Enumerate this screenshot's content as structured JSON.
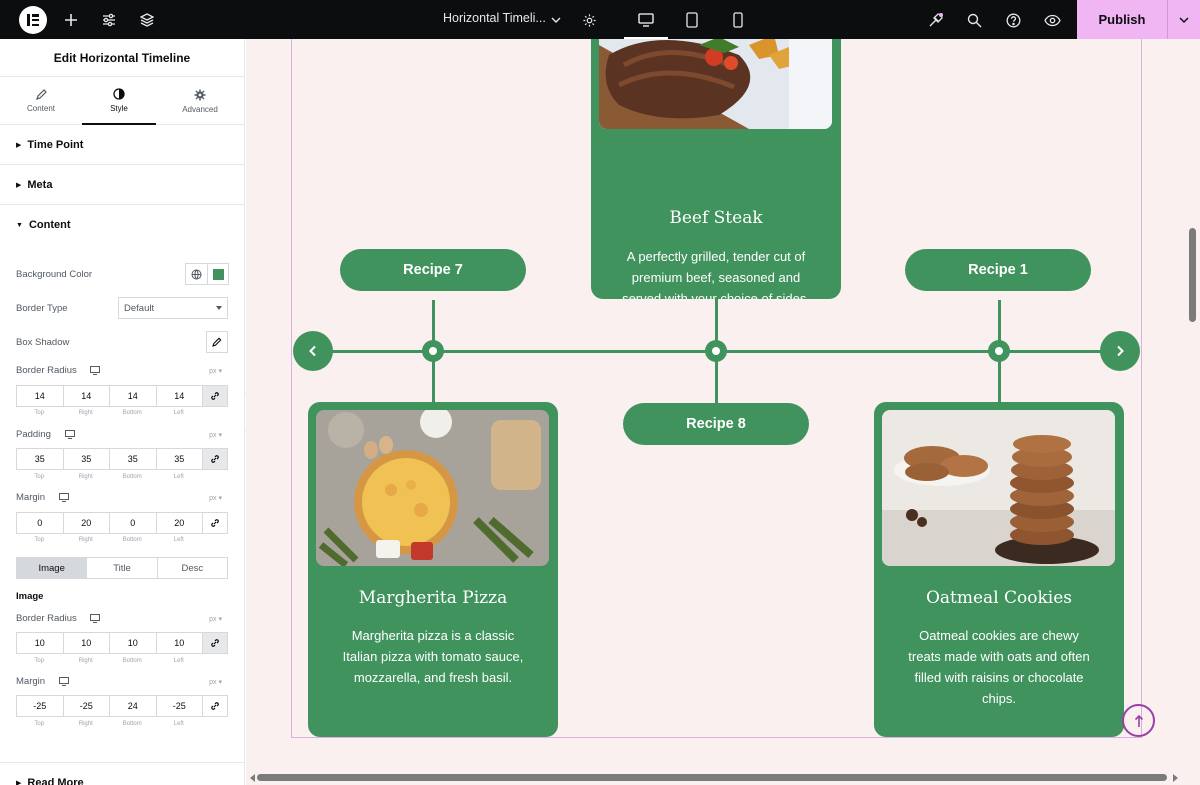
{
  "topbar": {
    "document_title": "Horizontal Timeli...",
    "publish_label": "Publish"
  },
  "panel": {
    "title": "Edit Horizontal Timeline",
    "tabs": [
      {
        "label": "Content"
      },
      {
        "label": "Style"
      },
      {
        "label": "Advanced"
      }
    ],
    "sections": {
      "time_point": "Time Point",
      "meta": "Meta",
      "content": "Content",
      "read_more": "Read More"
    },
    "controls": {
      "background_color": "Background Color",
      "border_type": "Border Type",
      "border_type_value": "Default",
      "box_shadow": "Box Shadow",
      "border_radius": "Border Radius",
      "padding": "Padding",
      "margin": "Margin",
      "unit": "px",
      "image_heading": "Image",
      "image_border_radius": "Border Radius",
      "image_margin": "Margin"
    },
    "dim_labels": [
      "Top",
      "Right",
      "Bottom",
      "Left"
    ],
    "values": {
      "border_radius": [
        "14",
        "14",
        "14",
        "14"
      ],
      "padding": [
        "35",
        "35",
        "35",
        "35"
      ],
      "margin": [
        "0",
        "20",
        "0",
        "20"
      ],
      "image_border_radius": [
        "10",
        "10",
        "10",
        "10"
      ],
      "image_margin": [
        "-25",
        "-25",
        "24",
        "-25"
      ]
    },
    "segments": [
      {
        "label": "Image",
        "active": true
      },
      {
        "label": "Title",
        "active": false
      },
      {
        "label": "Desc",
        "active": false
      }
    ],
    "colors": {
      "background_swatch": "#40935d"
    }
  },
  "timeline": {
    "accent": "#40935d",
    "cards": {
      "beef": {
        "title": "Beef Steak",
        "desc": "A perfectly grilled, tender cut of premium beef, seasoned and served with your choice of sides."
      },
      "pizza": {
        "title": "Margherita Pizza",
        "desc": "Margherita pizza is a classic Italian pizza with tomato sauce, mozzarella, and fresh basil."
      },
      "cookies": {
        "title": "Oatmeal Cookies",
        "desc": "Oatmeal cookies are chewy treats made with oats and often filled with raisins or chocolate chips."
      }
    },
    "pills": {
      "left": "Recipe 7",
      "middle": "Recipe 8",
      "right": "Recipe 1"
    }
  }
}
